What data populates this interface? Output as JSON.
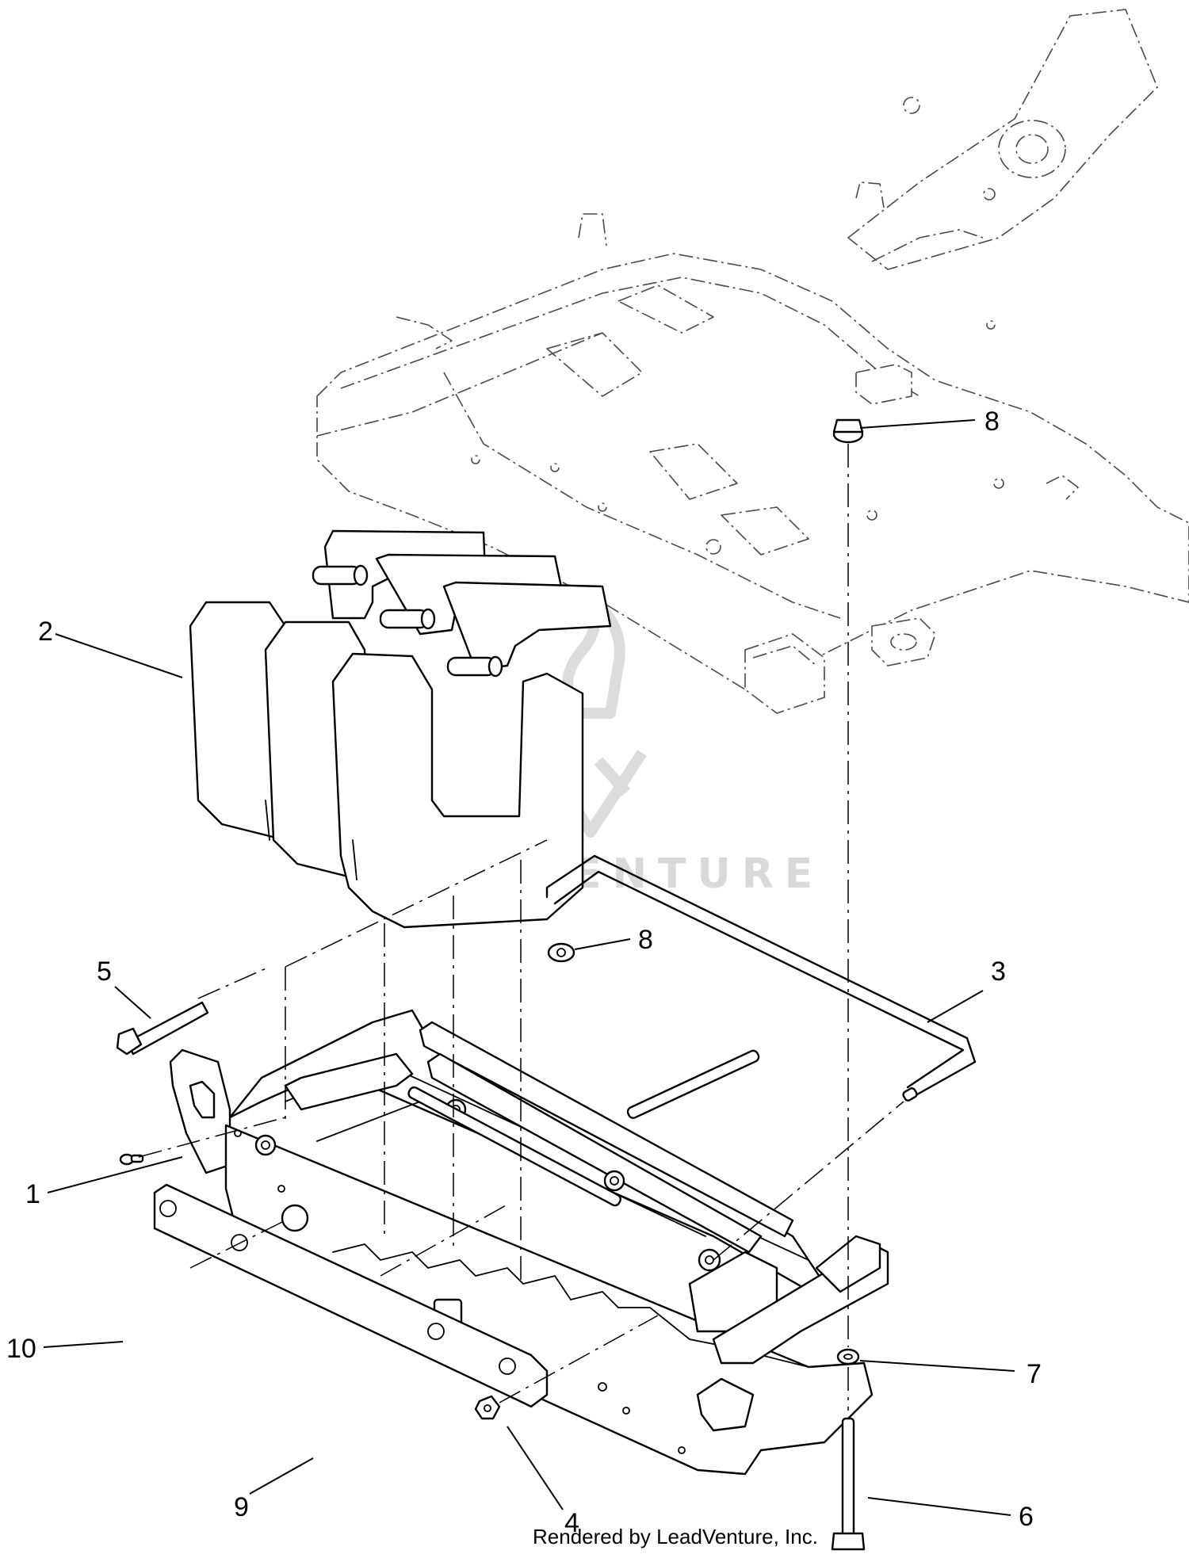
{
  "callouts": [
    {
      "label": "8"
    },
    {
      "label": "2"
    },
    {
      "label": "8"
    },
    {
      "label": "5"
    },
    {
      "label": "3"
    },
    {
      "label": "1"
    },
    {
      "label": "10"
    },
    {
      "label": "7"
    },
    {
      "label": "9"
    },
    {
      "label": "4"
    },
    {
      "label": "6"
    }
  ],
  "watermark": {
    "text": "LEADVENTURE"
  },
  "footer": {
    "credit": "Rendered by LeadVenture, Inc."
  }
}
